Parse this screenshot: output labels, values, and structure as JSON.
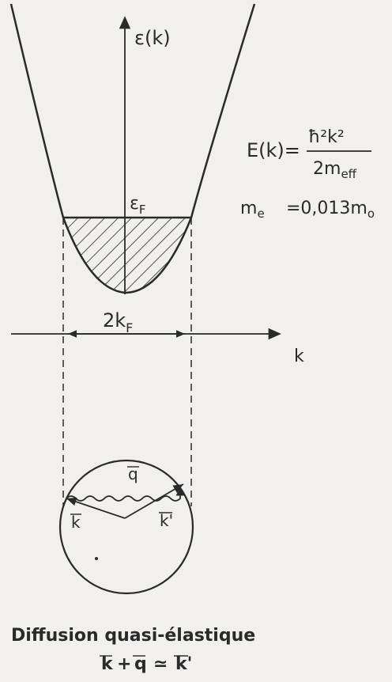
{
  "diagram": {
    "energy_axis_label": "ε(k)",
    "k_axis_label": "k",
    "fermi_level_label": "ε",
    "fermi_level_sub": "F",
    "fermi_width_label": "2k",
    "fermi_width_sub": "F",
    "dispersion_lhs": "E(k)=",
    "dispersion_num": "ħ²k²",
    "dispersion_den": "2m",
    "dispersion_den_sub": "eff",
    "mass_symbol": "m",
    "mass_sub": "e",
    "mass_value": "=0,013m",
    "mass_value_sub": "o",
    "vector_k": "k",
    "vector_q": "q",
    "vector_kprime": "k'",
    "caption_title": "Diffusion quasi-élastique",
    "caption_eq_k": "k",
    "caption_eq_plus": "+",
    "caption_eq_q": "q",
    "caption_eq_approx": "≃",
    "caption_eq_kprime": "k'"
  }
}
